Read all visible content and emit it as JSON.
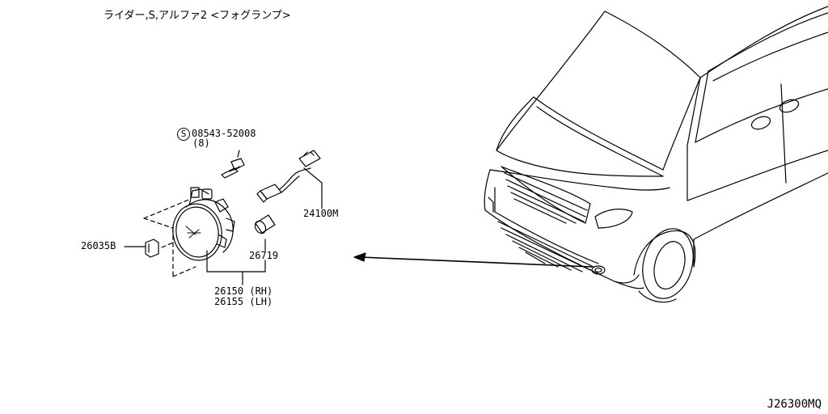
{
  "title": "ライダー,S,アルファ2 <フォグランプ>",
  "parts": {
    "screw_symbol": "S",
    "screw_number": "08543-52008",
    "screw_qty": "(8)",
    "harness": "24100M",
    "bulb": "26719",
    "clip": "26035B",
    "lamp_rh": "26150 (RH)",
    "lamp_lh": "26155 (LH)"
  },
  "diagram_code": "J26300MQ"
}
